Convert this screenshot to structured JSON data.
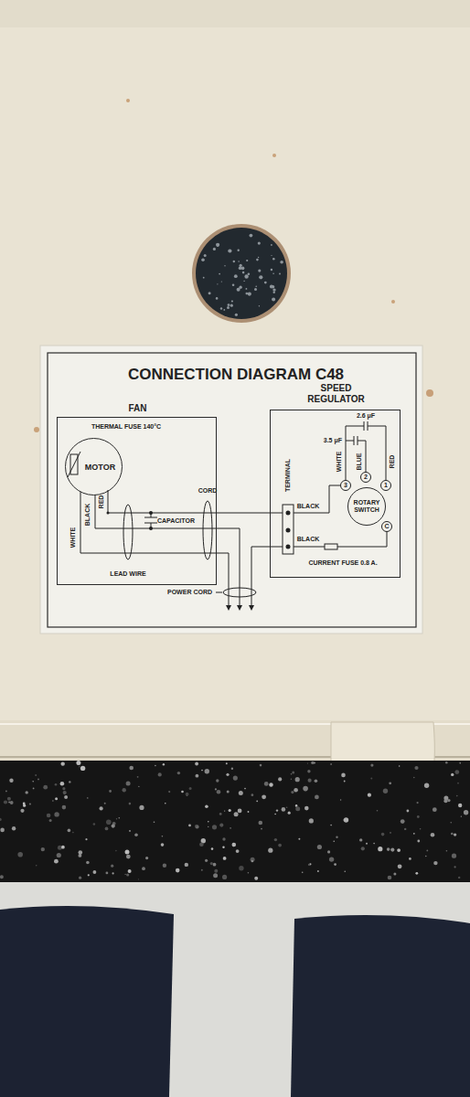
{
  "diagram": {
    "title": "CONNECTION DIAGRAM C48",
    "nodes": [
      {
        "text": [
          "FAN"
        ]
      },
      {
        "text": [
          "MOTOR"
        ],
        "in": 0
      },
      {
        "text": [
          "SPEED REGULATOR"
        ]
      },
      {
        "text": [
          "ROTARY SWITCH"
        ],
        "in": 2
      }
    ],
    "edges": [
      {
        "from": 0,
        "to": 2,
        "arrow": "none"
      }
    ],
    "labels": [
      "THERMAL FUSE 140°C",
      "CORD",
      "CAPACITOR",
      "WHITE",
      "BLACK",
      "RED",
      "LEAD WIRE",
      "POWER CORD",
      "TERMINAL",
      "BLACK",
      "BLACK",
      "2.6 μF",
      "3.5 μF",
      "WHITE",
      "BLUE",
      "RED",
      "3",
      "2",
      "1",
      "C",
      "CURRENT FUSE 0.8 A."
    ]
  }
}
